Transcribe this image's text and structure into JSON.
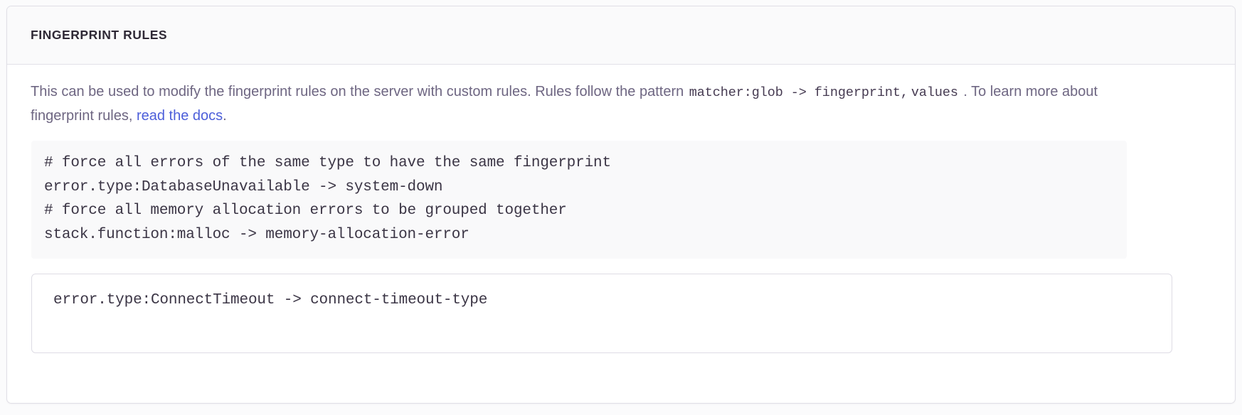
{
  "panel": {
    "title": "Fingerprint Rules",
    "description": {
      "part1": "This can be used to modify the fingerprint rules on the server with custom rules. Rules follow the pattern ",
      "code1": "matcher:glob -> fingerprint,",
      "code2": "values",
      "part2": " . To learn more about fingerprint rules, ",
      "link_label": "read the docs",
      "part3": "."
    },
    "example_code": "# force all errors of the same type to have the same fingerprint\nerror.type:DatabaseUnavailable -> system-down\n# force all memory allocation errors to be grouped together\nstack.function:malloc -> memory-allocation-error",
    "rules_input": {
      "value": "error.type:ConnectTimeout -> connect-timeout-type",
      "placeholder": ""
    }
  },
  "colors": {
    "link": "#4c5eda",
    "title": "#2f2936",
    "body_text": "#6e6682",
    "code_bg": "#f9f9fa",
    "panel_border": "#e0dfe6",
    "header_bg": "#fafafb"
  }
}
